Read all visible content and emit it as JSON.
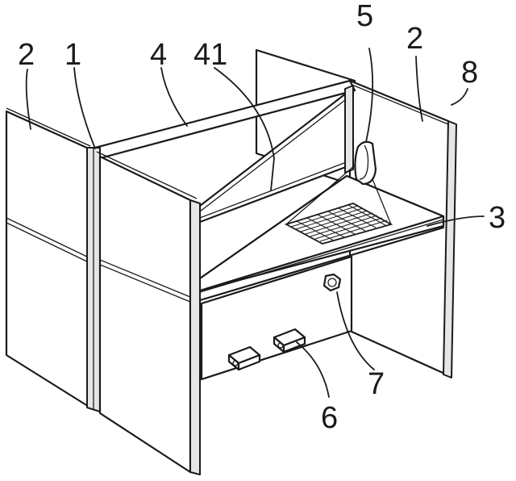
{
  "labels": {
    "l2a": "2",
    "l1": "1",
    "l4": "4",
    "l41": "41",
    "l5": "5",
    "l2b": "2",
    "l8": "8",
    "l3": "3",
    "l7": "7",
    "l6": "6"
  }
}
